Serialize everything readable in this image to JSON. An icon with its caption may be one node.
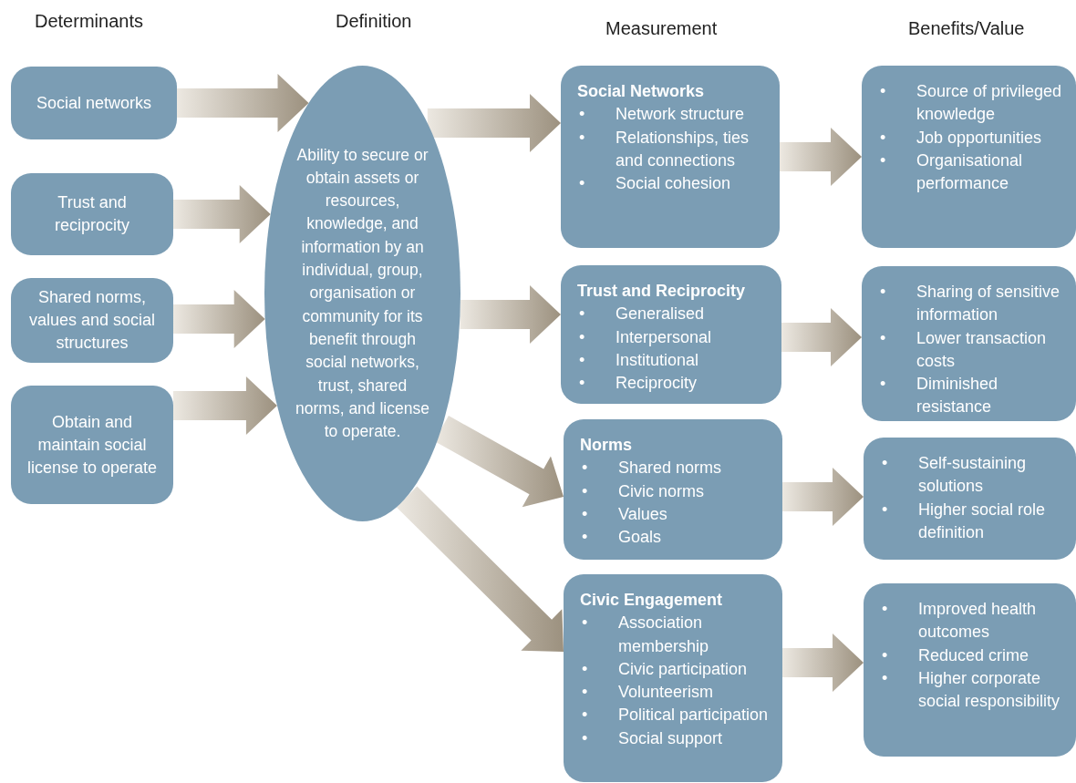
{
  "diagram": {
    "nodes": [
      {
        "text": [
          "Social networks"
        ]
      },
      {
        "text": [
          "Trust and reciprocity"
        ]
      },
      {
        "text": [
          "Shared norms, values and social structures"
        ]
      },
      {
        "text": [
          "Obtain and maintain social license to operate"
        ]
      },
      {
        "text": [
          "Ability to secure or obtain assets or resources, knowledge, and information by an individual, group, organisation or community for its benefit through social networks, trust, shared norms, and license to operate."
        ]
      },
      {
        "text": [
          "Social Networks",
          "• Network structure",
          "• Relationships, ties and connections",
          "• Social cohesion"
        ]
      },
      {
        "text": [
          "Trust and Reciprocity",
          "• Generalised",
          "• Interpersonal",
          "• Institutional",
          "• Reciprocity"
        ]
      },
      {
        "text": [
          "Norms",
          "• Shared norms",
          "• Civic norms",
          "• Values",
          "• Goals"
        ]
      },
      {
        "text": [
          "Civic Engagement",
          "• Association membership",
          "• Civic participation",
          "• Volunteerism",
          "• Political participation",
          "• Social support"
        ]
      },
      {
        "text": [
          "• Source of privileged knowledge",
          "• Job opportunities",
          "• Organisational performance"
        ]
      },
      {
        "text": [
          "• Sharing of sensitive information",
          "• Lower transaction costs",
          "• Diminished resistance"
        ]
      },
      {
        "text": [
          "• Self-sustaining solutions",
          "• Higher social role definition"
        ]
      },
      {
        "text": [
          "• Improved health outcomes",
          "• Reduced crime",
          "• Higher corporate social responsibility"
        ]
      }
    ],
    "edges": [
      {
        "from": 0,
        "to": 4,
        "arrow": "to",
        "style": "thick"
      },
      {
        "from": 1,
        "to": 4,
        "arrow": "to",
        "style": "thick"
      },
      {
        "from": 2,
        "to": 4,
        "arrow": "to",
        "style": "thick"
      },
      {
        "from": 3,
        "to": 4,
        "arrow": "to",
        "style": "thick"
      },
      {
        "from": 4,
        "to": 5,
        "arrow": "to",
        "style": "thick"
      },
      {
        "from": 4,
        "to": 6,
        "arrow": "to",
        "style": "thick"
      },
      {
        "from": 4,
        "to": 7,
        "arrow": "to",
        "style": "thick"
      },
      {
        "from": 4,
        "to": 8,
        "arrow": "to",
        "style": "thick"
      },
      {
        "from": 5,
        "to": 9,
        "arrow": "to",
        "style": "thick"
      },
      {
        "from": 6,
        "to": 10,
        "arrow": "to",
        "style": "thick"
      },
      {
        "from": 7,
        "to": 11,
        "arrow": "to",
        "style": "thick"
      },
      {
        "from": 8,
        "to": 12,
        "arrow": "to",
        "style": "thick"
      }
    ],
    "labels": [
      "Determinants",
      "Definition",
      "Measurement",
      "Benefits/Value"
    ]
  }
}
